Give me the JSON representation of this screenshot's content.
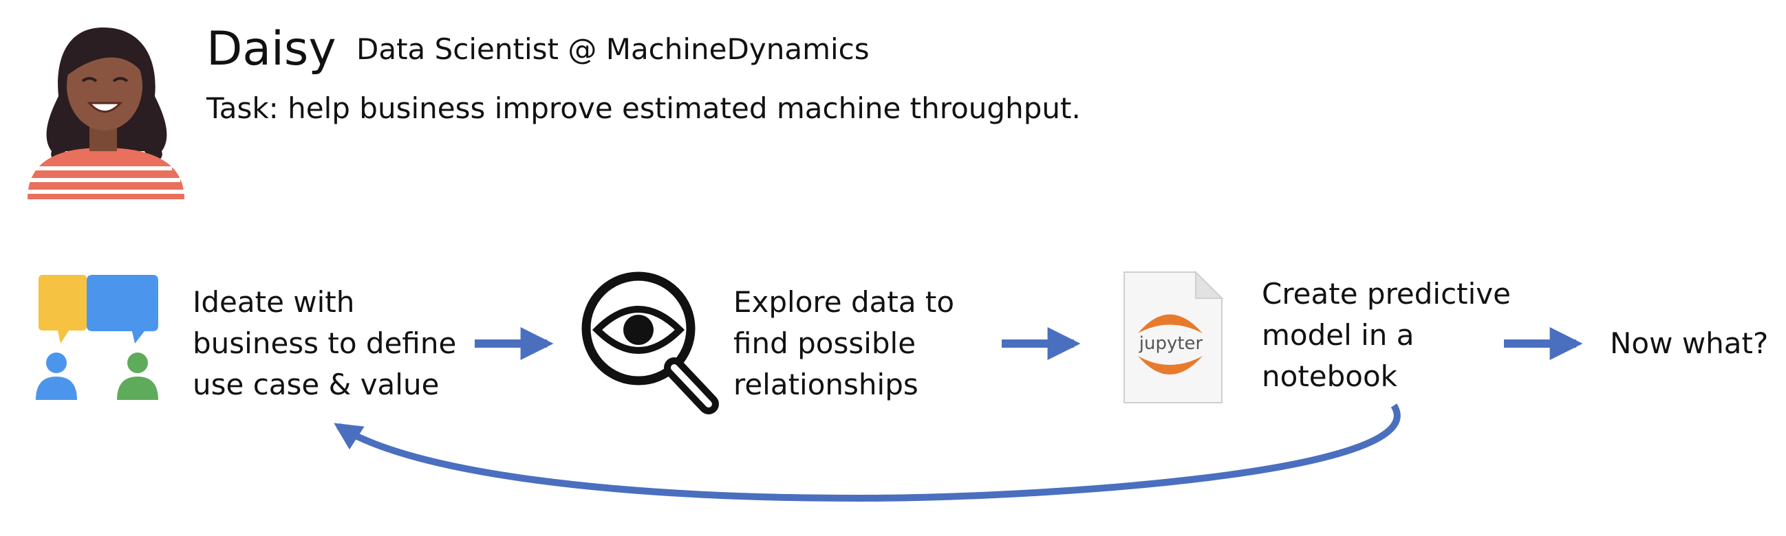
{
  "person": {
    "name": "Daisy",
    "role": "Data Scientist @ MachineDynamics",
    "task": "Task: help business improve estimated machine throughput."
  },
  "steps": [
    {
      "lines": [
        "Ideate with",
        "business to define",
        "use case & value"
      ],
      "icon": "ideate-chat-people-icon"
    },
    {
      "lines": [
        "Explore data to",
        "find possible",
        "relationships"
      ],
      "icon": "magnifier-eye-icon"
    },
    {
      "lines": [
        "Create predictive",
        "model in a",
        "notebook"
      ],
      "icon": "jupyter-notebook-icon"
    },
    {
      "lines": [
        "Now what?"
      ],
      "icon": ""
    }
  ],
  "jupyter_label": "jupyter",
  "colors": {
    "arrow": "#4a6fbf",
    "chat_yellow": "#f5c242",
    "chat_blue": "#4b96ec",
    "person_green": "#5fab5c",
    "jupyter_orange": "#e87a2e",
    "stripe": "#e8705c"
  }
}
